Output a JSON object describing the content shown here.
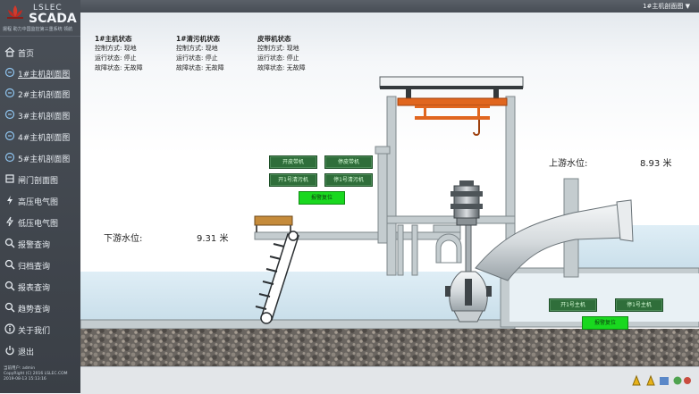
{
  "brand": {
    "small": "LSLEC",
    "large": "SCADA",
    "slogan": "揚程 助力中国监控第三重系统 领航"
  },
  "topbar": {
    "title": "1#主机剖面图 ▼"
  },
  "nav": [
    {
      "label": "首页",
      "icon": "home-icon"
    },
    {
      "label": "1#主机剖面图",
      "icon": "pump-icon"
    },
    {
      "label": "2#主机剖面图",
      "icon": "pump-icon"
    },
    {
      "label": "3#主机剖面图",
      "icon": "pump-icon"
    },
    {
      "label": "4#主机剖面图",
      "icon": "pump-icon"
    },
    {
      "label": "5#主机剖面图",
      "icon": "pump-icon"
    },
    {
      "label": "闸门剖面图",
      "icon": "gate-icon"
    },
    {
      "label": "高压电气图",
      "icon": "hv-icon"
    },
    {
      "label": "低压电气图",
      "icon": "lv-icon"
    },
    {
      "label": "报警查询",
      "icon": "search-icon"
    },
    {
      "label": "归档查询",
      "icon": "search-icon"
    },
    {
      "label": "报表查询",
      "icon": "search-icon"
    },
    {
      "label": "趋势查询",
      "icon": "search-icon"
    },
    {
      "label": "关于我们",
      "icon": "info-icon"
    },
    {
      "label": "退出",
      "icon": "power-icon"
    }
  ],
  "footer": {
    "user": "当前用户: admin",
    "copyright": "CopyRight (C) 2016 LSLEC.COM",
    "datetime": "2019-08-13 15:13:16"
  },
  "status_panels": [
    {
      "title": "1#主机状态",
      "control": "控制方式: 现地",
      "run": "运行状态: 停止",
      "fault": "故障状态: 无故障"
    },
    {
      "title": "1#清污机状态",
      "control": "控制方式: 现地",
      "run": "运行状态: 停止",
      "fault": "故障状态: 无故障"
    },
    {
      "title": "皮带机状态",
      "control": "控制方式: 现地",
      "run": "运行状态: 停止",
      "fault": "故障状态: 无故障"
    }
  ],
  "buttons": {
    "belt_start": "开皮带机",
    "belt_stop": "停皮带机",
    "cleaner_start": "开1号清污机",
    "cleaner_stop": "停1号清污机",
    "alarm_reset1": "报警复位",
    "pump_start": "开1号主机",
    "pump_stop": "停1号主机",
    "alarm_reset2": "报警复位"
  },
  "levels": {
    "upstream_label": "上游水位:",
    "upstream_value": "8.93 米",
    "downstream_label": "下游水位:",
    "downstream_value": "9.31 米"
  },
  "colors": {
    "sidebar": "#41474e",
    "button": "#2f6e3a",
    "alarm": "#19d81f",
    "crane": "#e0661f",
    "water": "#d4e6f0",
    "concrete": "#c4cccf"
  }
}
